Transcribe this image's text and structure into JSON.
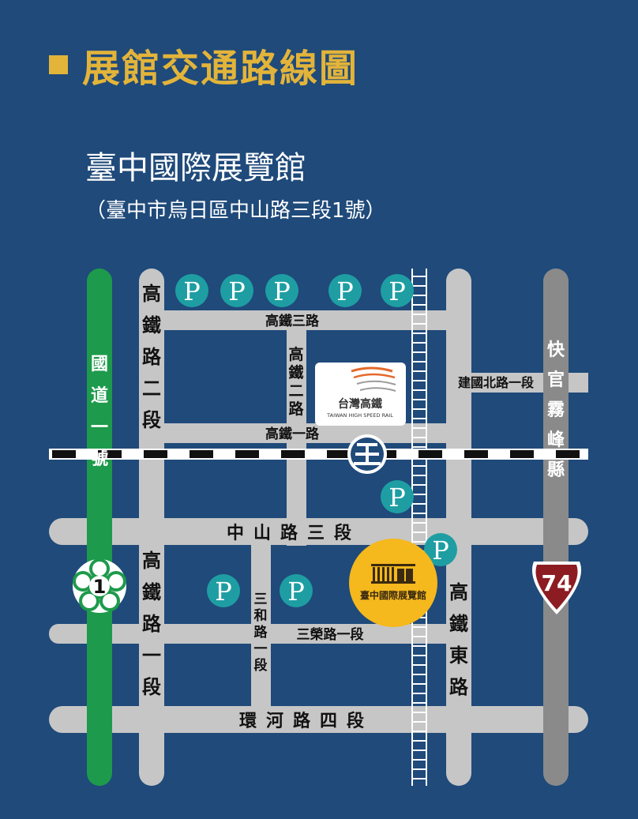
{
  "header": {
    "title": "展館交通路線圖"
  },
  "venue": {
    "name": "臺中國際展覽館",
    "address": "（臺中市烏日區中山路三段1號）",
    "marker_label": "臺中國際展覽館"
  },
  "roads": {
    "freeway": "國道一號",
    "hsr_road_2": "高鐵路二段",
    "hsr_road_1": "高鐵路一段",
    "hsr_road_3": "高鐵三路",
    "hsr_road_one": "高鐵一路",
    "hsr_road_two_vertical": "高鐵二路",
    "jianguo_n": "建國北路一段",
    "expressway": "快官霧峰縣",
    "zhongshan": "中山路三段",
    "sanhe": "三和路一段",
    "sanrong": "三榮路一段",
    "hsr_east": "高鐵東路",
    "huanhe": "環河路四段"
  },
  "markers": {
    "parking_label": "P",
    "freeway_shield": "1",
    "route_shield": "74",
    "hsr_logo_cn": "台灣高鐵",
    "hsr_logo_en": "TAIWAN HIGH SPEED RAIL"
  },
  "colors": {
    "background": "#1f4a7a",
    "title": "#e3b43a",
    "road": "#c6c6c6",
    "freeway": "#1d9a4b",
    "expressway": "#8a8a8a",
    "parking": "#1e9ea3",
    "venue_marker": "#f5b81d",
    "route_74": "#8c1c22",
    "hsr_orange": "#e46a2b"
  }
}
